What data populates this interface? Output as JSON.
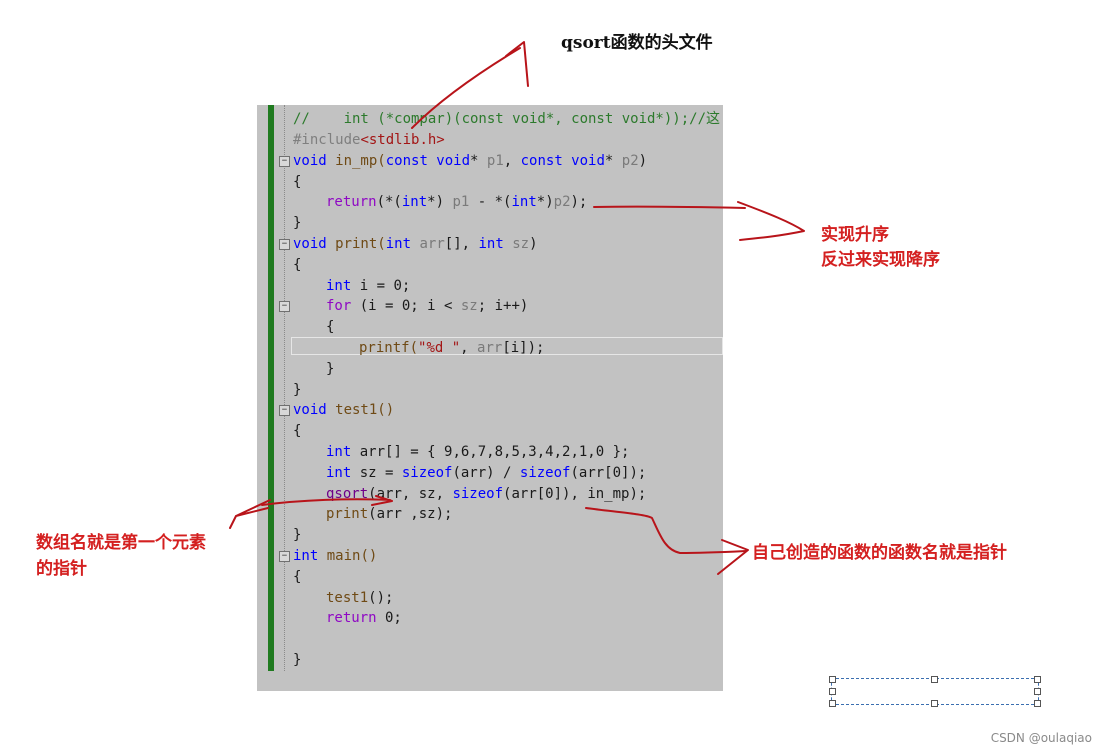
{
  "annotations": {
    "header_note": "qsort函数的头文件",
    "sort_note_line1": "实现升序",
    "sort_note_line2": "反过来实现降序",
    "array_note_line1": "数组名就是第一个元素",
    "array_note_line2": "的指针",
    "func_note": "自己创造的函数的函数名就是指针"
  },
  "code": {
    "l01_a": "//    int (*compar)(const void*, const void*));//这",
    "l02_a": "#include",
    "l02_b": "<stdlib.h>",
    "l03_a": "void",
    "l03_b": " in_mp(",
    "l03_c": "const void",
    "l03_d": "* ",
    "l03_e": "p1",
    "l03_f": ", ",
    "l03_g": "const void",
    "l03_h": "* ",
    "l03_i": "p2",
    "l03_j": ")",
    "l04_a": "{",
    "l05_a": "return",
    "l05_b": "(*(",
    "l05_c": "int",
    "l05_d": "*) ",
    "l05_e": "p1",
    "l05_f": " - *(",
    "l05_g": "int",
    "l05_h": "*)",
    "l05_i": "p2",
    "l05_j": ");",
    "l06_a": "}",
    "l07_a": "void",
    "l07_b": " print(",
    "l07_c": "int",
    "l07_d": " ",
    "l07_e": "arr",
    "l07_f": "[], ",
    "l07_g": "int",
    "l07_h": " ",
    "l07_i": "sz",
    "l07_j": ")",
    "l08_a": "{",
    "l09_a": "int",
    "l09_b": " i = 0;",
    "l10_a": "for",
    "l10_b": " (i = 0; i < ",
    "l10_c": "sz",
    "l10_d": "; i++)",
    "l11_a": "{",
    "l12_a": "printf(",
    "l12_b": "\"%d \"",
    "l12_c": ", ",
    "l12_d": "arr",
    "l12_e": "[i]);",
    "l13_a": "}",
    "l14_a": "}",
    "l15_a": "void",
    "l15_b": " test1()",
    "l16_a": "{",
    "l17_a": "int",
    "l17_b": " arr[] = { 9,6,7,8,5,3,4,2,1,0 };",
    "l18_a": "int",
    "l18_b": " sz = ",
    "l18_c": "sizeof",
    "l18_d": "(arr) / ",
    "l18_e": "sizeof",
    "l18_f": "(arr[0]);",
    "l19_a": "qsort",
    "l19_b": "(arr, sz, ",
    "l19_c": "sizeof",
    "l19_d": "(arr[0]), in_mp);",
    "l20_a": "print",
    "l20_b": "(arr ,sz);",
    "l21_a": "}",
    "l22_a": "int",
    "l22_b": " main()",
    "l23_a": "{",
    "l24_a": "test1",
    "l24_b": "();",
    "l25_a": "return",
    "l25_b": " 0;",
    "l26_a": "}"
  },
  "fold_glyph": "−",
  "watermark": "CSDN @oulaqiao",
  "colors": {
    "editor_bg": "#c2c2c2",
    "annotation_red": "#d42020",
    "keyword_blue": "#0000ff",
    "comment_green": "#2c7a2c"
  }
}
